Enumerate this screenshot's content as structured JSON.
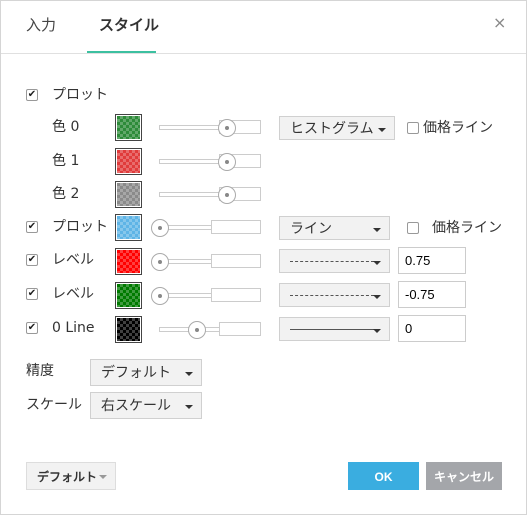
{
  "tabs": [
    {
      "label": "入力"
    },
    {
      "label": "スタイル"
    }
  ],
  "close_glyph": "×",
  "check_glyph": "✔",
  "accent_color": "#3cc0a0",
  "rows": {
    "plot1": {
      "label": "プロット",
      "checked": true
    },
    "color0": {
      "label": "色 0",
      "color": "#2e8b3a",
      "opacity": 0.7,
      "select": "ヒストグラム",
      "price_line_label": "価格ライン",
      "price_line_checked": false
    },
    "color1": {
      "label": "色 1",
      "color": "#e03b3b",
      "opacity": 0.7
    },
    "color2": {
      "label": "色 2",
      "color": "#8a8a8a",
      "opacity": 0.7
    },
    "plot2": {
      "label": "プロット",
      "checked": true,
      "color": "#5eb4e6",
      "opacity": 0.0,
      "select": "ライン",
      "price_line_label": "価格ライン",
      "price_line_checked": false
    },
    "level1": {
      "label": "レベル",
      "checked": true,
      "color": "#ff0000",
      "opacity": 0.0,
      "value": "0.75"
    },
    "level2": {
      "label": "レベル",
      "checked": true,
      "color": "#007a00",
      "opacity": 0.0,
      "value": "-0.75"
    },
    "zero_line": {
      "label": "0 Line",
      "checked": true,
      "color": "#000000",
      "opacity": 0.35,
      "value": "0"
    }
  },
  "precision": {
    "label": "精度",
    "value": "デフォルト"
  },
  "scale": {
    "label": "スケール",
    "value": "右スケール"
  },
  "footer": {
    "defaults_label": "デフォルト",
    "ok_label": "OK",
    "cancel_label": "キャンセル",
    "ok_color": "#3aade0",
    "cancel_color": "#a4a6aa"
  }
}
